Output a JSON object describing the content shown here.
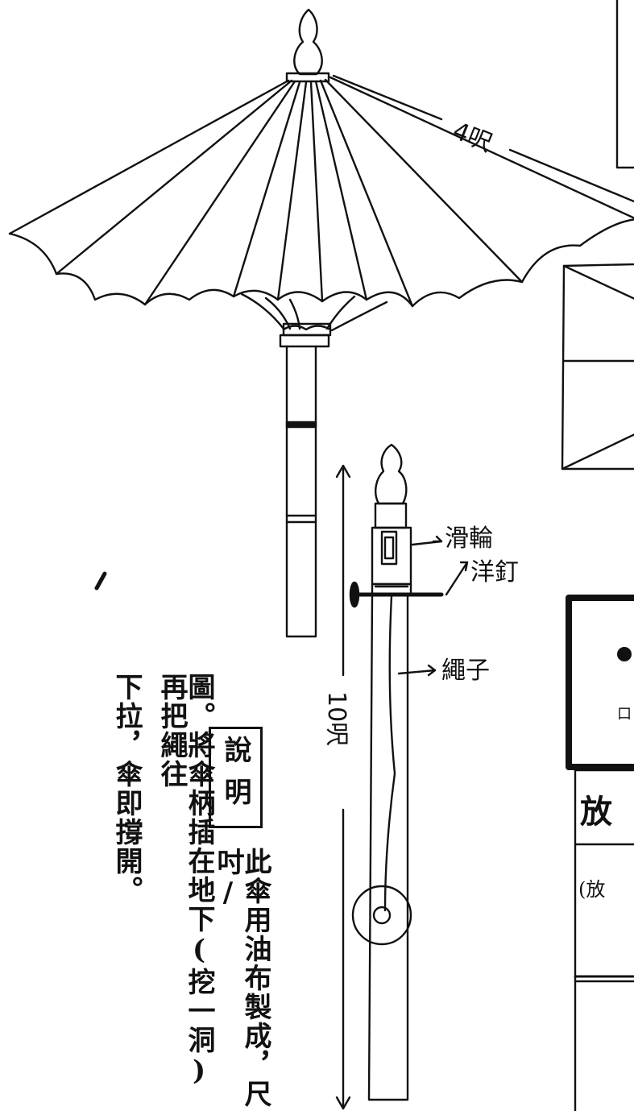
{
  "labels": {
    "rib_length": "4呎",
    "pole_length": "10呎",
    "pulley": "滑輪",
    "nail": "洋釘",
    "rope": "繩子"
  },
  "explanation": {
    "heading": "說明",
    "line1": "此傘用油布製成，尺吋/",
    "line2": "圖。將傘柄插在地下(挖一洞)再把繩往",
    "line3": "下拉，傘即撐開。"
  },
  "right_fragments": {
    "big_char": "放",
    "bracket_text": "(放",
    "small_mark": "口"
  }
}
